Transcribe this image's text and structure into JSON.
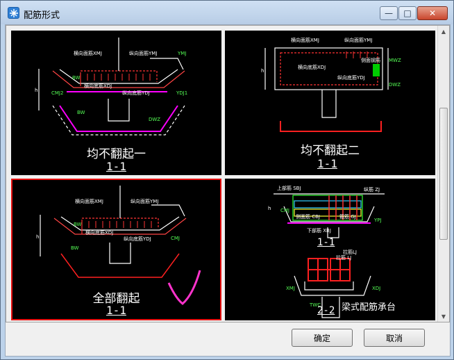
{
  "window": {
    "title": "配筋形式",
    "minimize_glyph": "—",
    "maximize_glyph": "□",
    "close_glyph": "✕"
  },
  "panels": [
    {
      "caption": "均不翻起一",
      "section": "1-1",
      "labels": {
        "top_transverse": "横向面筋XMJ",
        "top_longitudinal": "纵向面筋YMJ",
        "bottom_transverse": "横向底筋XDJ",
        "bottom_longitudinal": "纵向底筋YDJ",
        "ymj": "YMJ",
        "cmj2": "CMJ2",
        "ydj1": "YDJ1",
        "bw1": "BW",
        "bw2": "BW",
        "dwz": "DWZ",
        "h": "h"
      }
    },
    {
      "caption": "均不翻起二",
      "section": "1-1",
      "labels": {
        "top_transverse": "横向面筋XMJ",
        "top_longitudinal": "纵向面筋YMJ",
        "bottom_transverse": "横向底筋XDJ",
        "bottom_longitudinal": "纵向底筋YDJ",
        "side_rebar": "侧面钢筋",
        "mwz": "MWZ",
        "dwz": "DWZ",
        "h": "h"
      }
    },
    {
      "caption": "全部翻起",
      "section": "1-1",
      "labels": {
        "top_transverse": "横向面筋XMJ",
        "top_longitudinal": "纵向面筋YMJ",
        "bottom_transverse": "横向底筋XDJ",
        "bottom_longitudinal": "纵向底筋YDJ",
        "cmj": "CMJ",
        "bw": "BW",
        "bw2": "BW",
        "h": "h"
      }
    },
    {
      "caption": "梁式配筋承台",
      "section_top": "1-1",
      "section_bottom": "2-2",
      "labels": {
        "top_rebar": "上部筋 SBJ",
        "side_rebar": "侧面筋 CBJ",
        "tie_rebar": "拉筋 LJ",
        "stirrup": "箍筋 GJ",
        "bottom_rebar": "下部筋 XBJ",
        "main_rebar": "纵筋 ZJ",
        "cmj": "CMJ",
        "ypj": "YPJ",
        "xmj": "XMJ",
        "xdj": "XDJ",
        "lj": "拉筋LJ",
        "twc": "TWC",
        "h": "h"
      }
    }
  ],
  "buttons": {
    "ok": "确定",
    "cancel": "取消"
  }
}
